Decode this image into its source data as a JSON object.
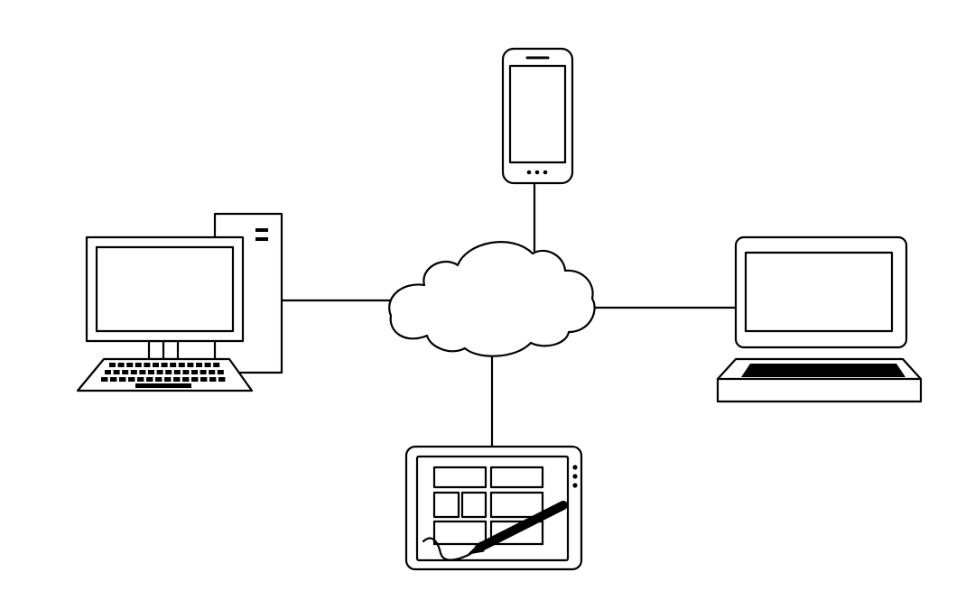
{
  "diagram": {
    "hub": {
      "icon": "cloud-icon"
    },
    "devices": [
      {
        "id": "smartphone",
        "icon": "smartphone-icon"
      },
      {
        "id": "desktop",
        "icon": "desktop-computer-icon"
      },
      {
        "id": "laptop",
        "icon": "laptop-icon"
      },
      {
        "id": "tablet",
        "icon": "tablet-with-stylus-icon"
      }
    ],
    "links": [
      {
        "from": "cloud",
        "to": "smartphone"
      },
      {
        "from": "cloud",
        "to": "desktop"
      },
      {
        "from": "cloud",
        "to": "laptop"
      },
      {
        "from": "cloud",
        "to": "tablet"
      }
    ],
    "colors": {
      "stroke": "#000000",
      "background": "#ffffff"
    }
  }
}
